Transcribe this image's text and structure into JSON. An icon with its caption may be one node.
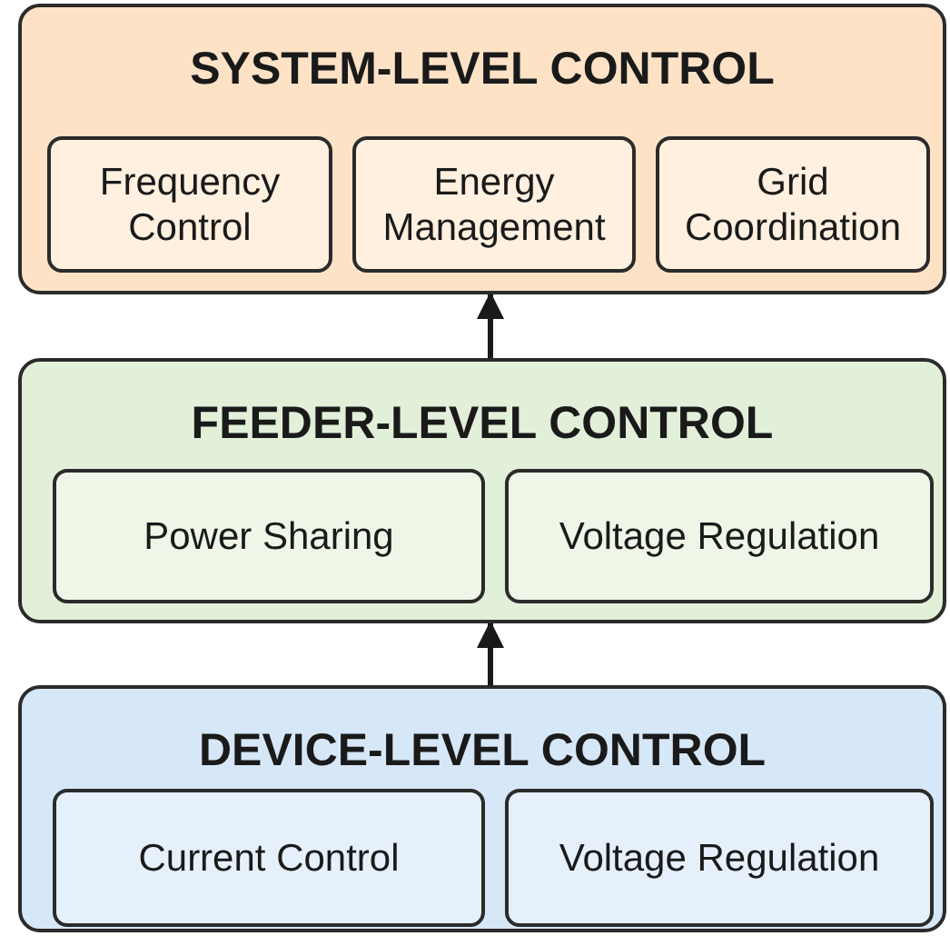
{
  "diagram": {
    "nodes": [
      {
        "text": [
          "SYSTEM-LEVEL CONTROL"
        ]
      },
      {
        "text": [
          "Frequency Control"
        ],
        "in": 0
      },
      {
        "text": [
          "Energy Management"
        ],
        "in": 0
      },
      {
        "text": [
          "Grid Coordination"
        ],
        "in": 0
      },
      {
        "text": [
          "FEEDER-LEVEL CONTROL"
        ]
      },
      {
        "text": [
          "Power Sharing"
        ],
        "in": 4
      },
      {
        "text": [
          "Voltage Regulation"
        ],
        "in": 4
      },
      {
        "text": [
          "DEVICE-LEVEL CONTROL"
        ]
      },
      {
        "text": [
          "Current Control"
        ],
        "in": 7
      },
      {
        "text": [
          "Voltage Regulation"
        ],
        "in": 7
      }
    ],
    "edges": [
      {
        "from": 4,
        "to": 0,
        "arrow": "to"
      },
      {
        "from": 7,
        "to": 4,
        "arrow": "to"
      }
    ]
  }
}
